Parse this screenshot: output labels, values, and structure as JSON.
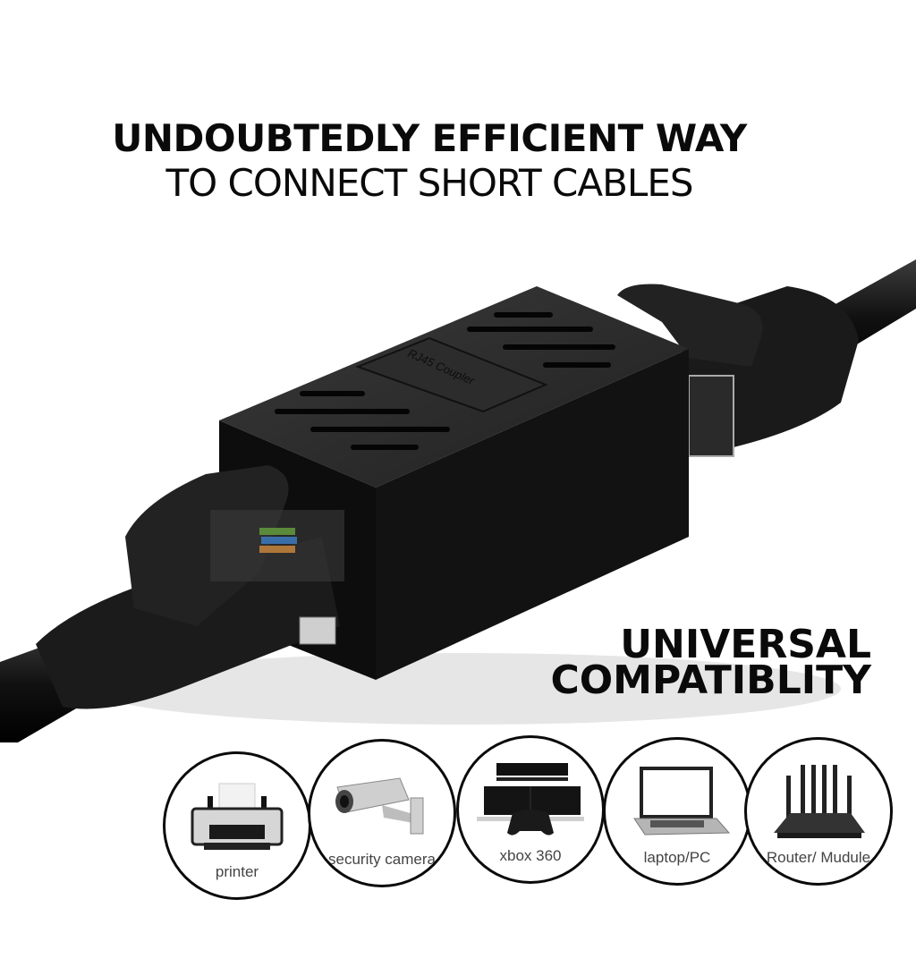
{
  "headline": {
    "line1": "UNDOUBTEDLY EFFICIENT WAY",
    "line2": "TO CONNECT SHORT CABLES"
  },
  "product": {
    "name": "RJ45 Coupler",
    "embossed_label": "RJ45 Coupler",
    "color": "#141414"
  },
  "feature": {
    "line1": "UNIVERSAL",
    "line2": "COMPATIBLITY"
  },
  "devices": [
    {
      "label": "printer",
      "icon": "printer-icon"
    },
    {
      "label": "security camera",
      "icon": "security-camera-icon"
    },
    {
      "label": "xbox 360",
      "icon": "xbox-console-icon"
    },
    {
      "label": "laptop/PC",
      "icon": "laptop-icon"
    },
    {
      "label": "Router/ Mudule",
      "icon": "router-icon"
    }
  ],
  "colors": {
    "text": "#0a0a0a",
    "label": "#444444",
    "background": "#ffffff",
    "plastic": "#141414"
  }
}
